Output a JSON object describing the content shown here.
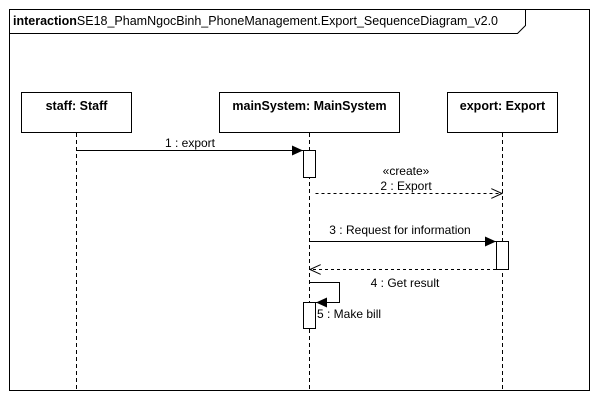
{
  "frame": {
    "keyword": "interaction",
    "name": "SE18_PhamNgocBinh_PhoneManagement.Export_SequenceDiagram_v2.0"
  },
  "lifelines": [
    {
      "id": "staff",
      "label": "staff: Staff"
    },
    {
      "id": "main",
      "label": "mainSystem: MainSystem"
    },
    {
      "id": "export",
      "label": "export: Export"
    }
  ],
  "messages": [
    {
      "id": "m1",
      "label": "1 : export",
      "stereotype": "",
      "kind": "sync"
    },
    {
      "id": "m2",
      "label": "2 : Export",
      "stereotype": "«create»",
      "kind": "create"
    },
    {
      "id": "m3",
      "label": "3 : Request for information",
      "stereotype": "",
      "kind": "sync"
    },
    {
      "id": "m4",
      "label": "4 : Get result",
      "stereotype": "",
      "kind": "reply"
    },
    {
      "id": "m5",
      "label": "5 : Make bill",
      "stereotype": "",
      "kind": "self"
    }
  ]
}
